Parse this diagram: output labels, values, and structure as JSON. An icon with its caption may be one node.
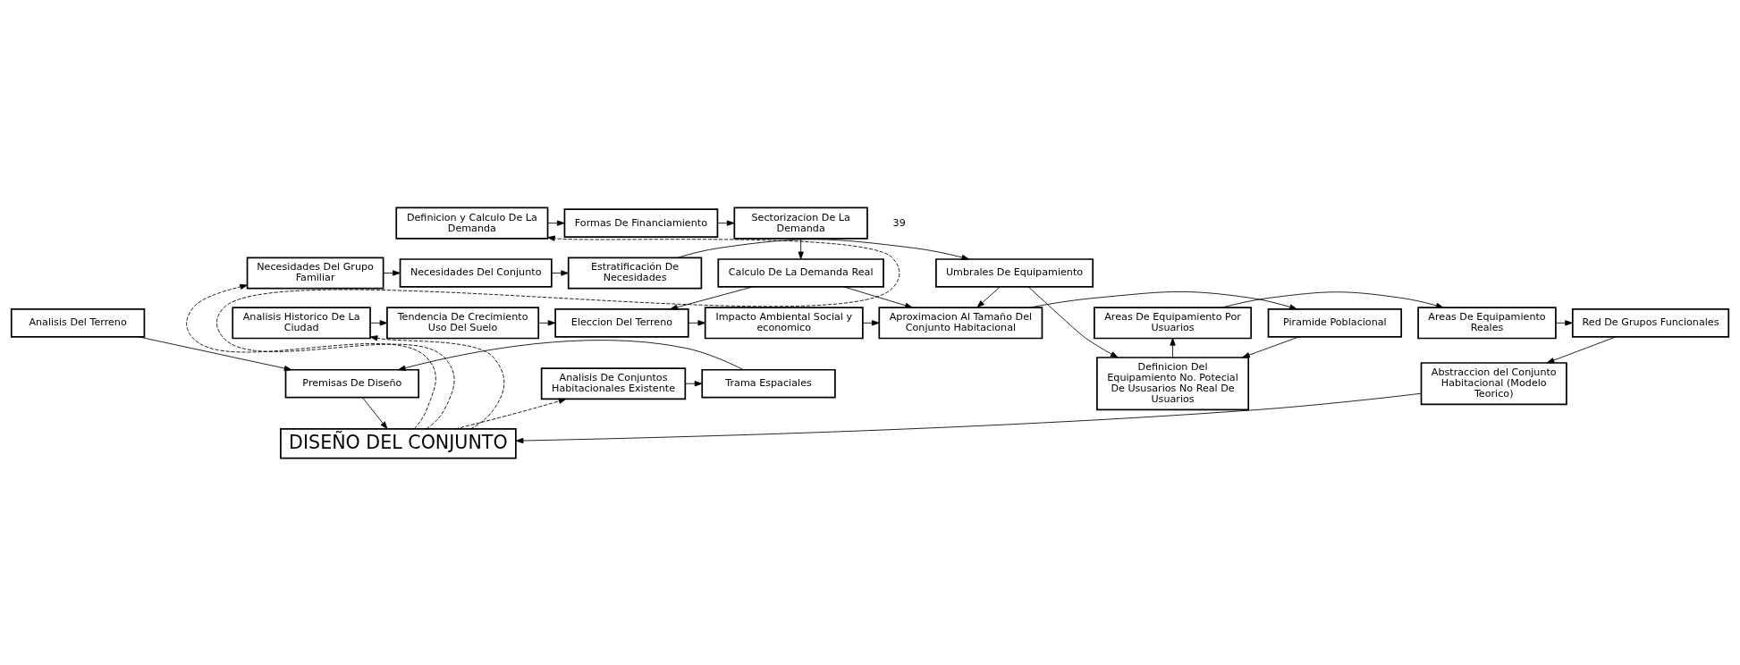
{
  "diagram": {
    "nodes": [
      {
        "text": [
          "Necesidades Del Grupo Familiar"
        ]
      },
      {
        "text": [
          "Necesidades Del Conjunto"
        ]
      },
      {
        "text": [
          "Estratificación De Necesidades"
        ]
      },
      {
        "text": [
          "Umbrales De Equipamiento"
        ]
      },
      {
        "text": [
          "Definicion y Calculo De La Demanda"
        ]
      },
      {
        "text": [
          "Formas De Financiamiento"
        ]
      },
      {
        "text": [
          "Sectorizacion De La Demanda"
        ]
      },
      {
        "text": [
          "Calculo De La Demanda Real"
        ]
      },
      {
        "text": [
          "Analisis Historico De La Ciudad"
        ]
      },
      {
        "text": [
          "Tendencia De Crecimiento Uso Del Suelo"
        ]
      },
      {
        "text": [
          "Eleccion Del Terreno"
        ]
      },
      {
        "text": [
          "Impacto Ambiental Social y economico"
        ]
      },
      {
        "text": [
          "Aproximacion Al Tamaño Del Conjunto Habitacional"
        ]
      },
      {
        "text": [
          "Piramide Poblacional"
        ]
      },
      {
        "text": [
          "Analisis Del Terreno"
        ]
      },
      {
        "text": [
          "Red De Grupos Funcionales"
        ]
      },
      {
        "text": [
          "Areas De Equipamiento Reales"
        ]
      },
      {
        "text": [
          "Areas De Equipamiento Por Usuarios"
        ]
      },
      {
        "text": [
          "Analisis De Conjuntos Habitacionales Existente"
        ]
      },
      {
        "text": [
          "Trama Espaciales"
        ]
      },
      {
        "text": [
          "Premisas De Diseño"
        ]
      },
      {
        "text": [
          "Abstraccion del Conjunto Habitacional (Modelo Teorico)"
        ]
      },
      {
        "text": [
          "Definicion Del Equipamiento No. Potecial De Ususarios No Real De Usuarios"
        ]
      },
      {
        "text": [
          "DISEÑO DEL CONJUNTO"
        ]
      }
    ],
    "edges": [
      {
        "from": 0,
        "to": 1,
        "arrow": "to"
      },
      {
        "from": 1,
        "to": 2,
        "arrow": "to"
      },
      {
        "from": 2,
        "to": 3,
        "arrow": "to"
      },
      {
        "from": 3,
        "to": 12,
        "arrow": "to"
      },
      {
        "from": 3,
        "to": 22,
        "arrow": "to"
      },
      {
        "from": 4,
        "to": 5,
        "arrow": "to"
      },
      {
        "from": 5,
        "to": 6,
        "arrow": "to"
      },
      {
        "from": 6,
        "to": 7,
        "arrow": "to"
      },
      {
        "from": 7,
        "to": 10,
        "arrow": "to"
      },
      {
        "from": 7,
        "to": 12,
        "arrow": "to"
      },
      {
        "from": 8,
        "to": 9,
        "arrow": "to"
      },
      {
        "from": 9,
        "to": 10,
        "arrow": "to"
      },
      {
        "from": 10,
        "to": 11,
        "arrow": "to"
      },
      {
        "from": 11,
        "to": 12,
        "arrow": "to"
      },
      {
        "from": 12,
        "to": 13,
        "arrow": "to"
      },
      {
        "from": 13,
        "to": 22,
        "arrow": "to"
      },
      {
        "from": 22,
        "to": 17,
        "arrow": "to"
      },
      {
        "from": 17,
        "to": 16,
        "arrow": "to"
      },
      {
        "from": 16,
        "to": 15,
        "arrow": "to"
      },
      {
        "from": 14,
        "to": 20,
        "arrow": "to"
      },
      {
        "from": 15,
        "to": 21,
        "arrow": "to"
      },
      {
        "from": 18,
        "to": 19,
        "arrow": "to"
      },
      {
        "from": 19,
        "to": 20,
        "arrow": "to"
      },
      {
        "from": 20,
        "to": 23,
        "arrow": "to"
      },
      {
        "from": 21,
        "to": 23,
        "arrow": "to"
      },
      {
        "from": 23,
        "to": 0,
        "arrow": "to",
        "style": "dashed"
      },
      {
        "from": 23,
        "to": 4,
        "arrow": "to",
        "style": "dashed"
      },
      {
        "from": 23,
        "to": 8,
        "arrow": "to",
        "style": "dashed"
      },
      {
        "from": 23,
        "to": 18,
        "arrow": "to",
        "style": "dashed"
      }
    ],
    "labels": [
      "39"
    ]
  }
}
